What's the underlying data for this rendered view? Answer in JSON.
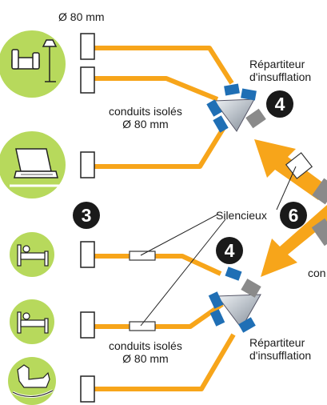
{
  "top_label": "Ø 80 mm",
  "distributor_top": {
    "line1": "Répartiteur",
    "line2": "d'insufflation",
    "number": "4"
  },
  "distributor_bottom": {
    "line1": "Répartiteur",
    "line2": "d'insufflation",
    "number": "4"
  },
  "ducts_top": {
    "line1": "conduits isolés",
    "line2": "Ø 80 mm"
  },
  "ducts_bottom": {
    "line1": "conduits isolés",
    "line2": "Ø 80 mm"
  },
  "zone_number": "3",
  "silencer": {
    "label": "Silencieux",
    "number": "6"
  },
  "right_cut_text": "con",
  "rooms": [
    {
      "icon": "living-room-icon"
    },
    {
      "icon": "office-laptop-icon"
    },
    {
      "icon": "bed-icon"
    },
    {
      "icon": "bed-icon"
    },
    {
      "icon": "rocking-horse-icon"
    }
  ],
  "colors": {
    "duct": "#f7a51a",
    "room_circle": "#b7d95c",
    "distributor_blue": "#1f6fb5",
    "distributor_grey": "#8a8a8a",
    "text": "#1a1a1a"
  }
}
